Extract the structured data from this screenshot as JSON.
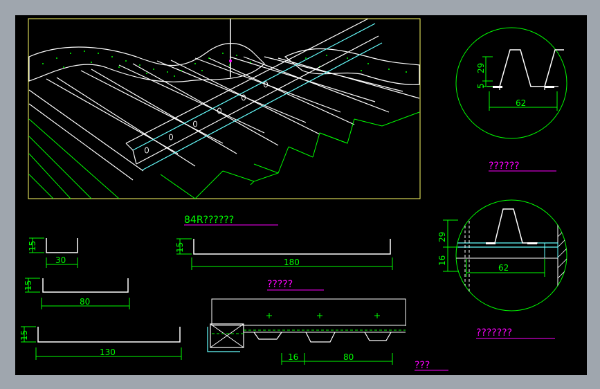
{
  "colors": {
    "background": "#000000",
    "frame": "#b8b8b8",
    "accent_green": "#00ff00",
    "white": "#ffffff",
    "yellow": "#ffff66",
    "magenta": "#ff00ff",
    "cyan": "#66ffff"
  },
  "titles": {
    "isometric_caption": "84R??????",
    "profile_detail_top": "??????",
    "profile_detail_bottom": "???????",
    "strip_caption": "?????",
    "small_caption": "???"
  },
  "channels": {
    "c30": {
      "height": "15",
      "width": "30"
    },
    "c80": {
      "height": "15",
      "width": "80"
    },
    "c130": {
      "height": "15",
      "width": "130"
    },
    "c180": {
      "height": "15",
      "width": "180"
    }
  },
  "profile_top": {
    "height": "29",
    "lip": "5",
    "width": "62"
  },
  "profile_bottom": {
    "height": "29",
    "depth": "16",
    "width": "62"
  },
  "strip": {
    "gap": "16",
    "pitch": "80"
  }
}
